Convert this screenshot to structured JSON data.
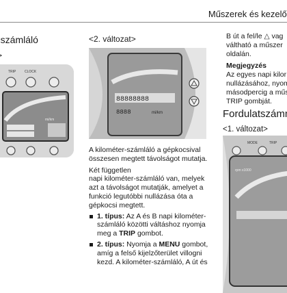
{
  "header": {
    "title": "Műszerek és kezelősze"
  },
  "left": {
    "title": "-számláló",
    "subtitle": ">",
    "photo_labels": {
      "trip": "TRIP",
      "clock": "CLOCK",
      "unit": "mi/km"
    }
  },
  "middle": {
    "variant": "<2. változat>",
    "display": {
      "odo": "88888888",
      "trip": "8888",
      "unit": "mi/km"
    },
    "para1": "A kilométer-számláló a gépkocsival összesen megtett távolságot mutatja.",
    "para2_label": "Két független",
    "para2": "napi kilométer-számláló van, melyek azt a távolságot mutatják, amelyet a funkció legutóbbi nullázása óta a gépkocsi megtett.",
    "bullets": [
      {
        "label": "1. típus:",
        "text": " Az A és B napi kilométer-számláló közötti váltáshoz nyomja meg a ",
        "key": "TRIP",
        "after": " gombot."
      },
      {
        "label": "2. típus:",
        "text": " Nyomja a ",
        "key": "MENU",
        "after": " gombot, amíg a felső kijelzőterület villogni kezd. A kilométer-számláló, A út és"
      }
    ]
  },
  "right": {
    "para1": "B út a fel/le △ vag váltható a műszer oldalán.",
    "note_title": "Megjegyzés",
    "note": "Az egyes napi kilor nullázásához, nyom másodpercig a műs TRIP gombját.",
    "heading": "Fordulatszámmé",
    "variant": "<1. változat>",
    "photo_labels": {
      "mode": "MODE",
      "trip": "TRIP",
      "rpm": "rpm x1000"
    }
  }
}
